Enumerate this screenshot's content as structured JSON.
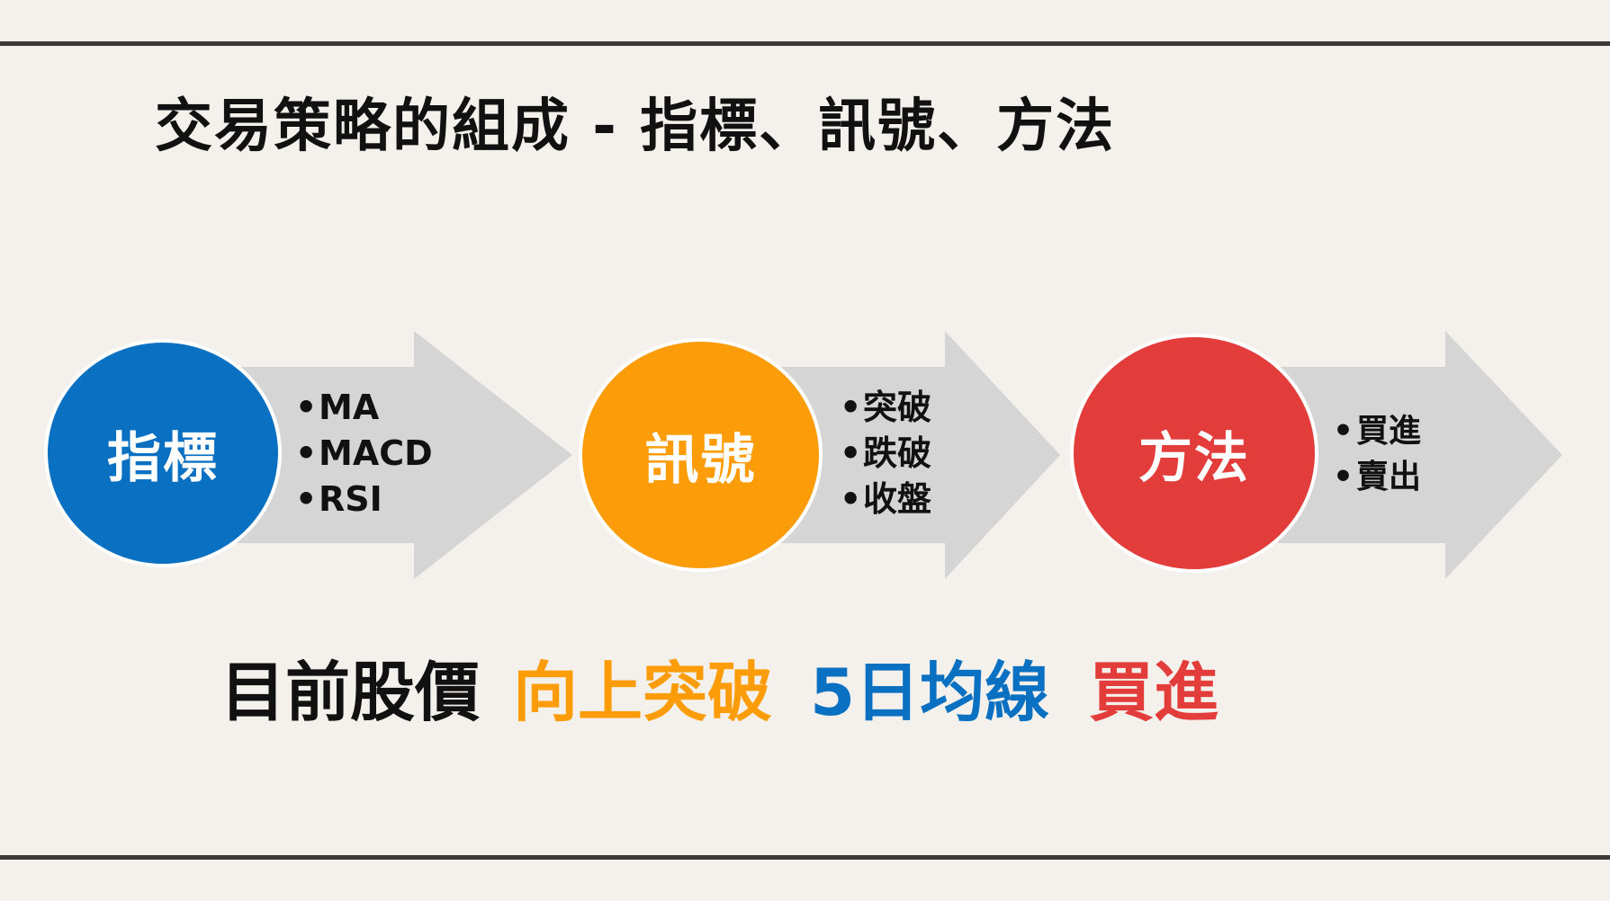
{
  "title": "交易策略的組成 - 指標、訊號、方法",
  "steps": [
    {
      "label": "指標",
      "color": "#0a70c2",
      "items": [
        "MA",
        "MACD",
        "RSI"
      ]
    },
    {
      "label": "訊號",
      "color": "#fb9c08",
      "items": [
        "突破",
        "跌破",
        "收盤"
      ]
    },
    {
      "label": "方法",
      "color": "#e33d3b",
      "items": [
        "買進",
        "賣出"
      ]
    }
  ],
  "example": [
    {
      "text": "目前股價",
      "color": "#111111"
    },
    {
      "text": "向上突破",
      "color": "#fb9c08"
    },
    {
      "text": "5日均線",
      "color": "#0a70c2"
    },
    {
      "text": "買進",
      "color": "#e33d3b"
    }
  ],
  "colors": {
    "arrow": "#d5d5d5",
    "background": "#f4f1ed",
    "rule": "#3b3838"
  }
}
